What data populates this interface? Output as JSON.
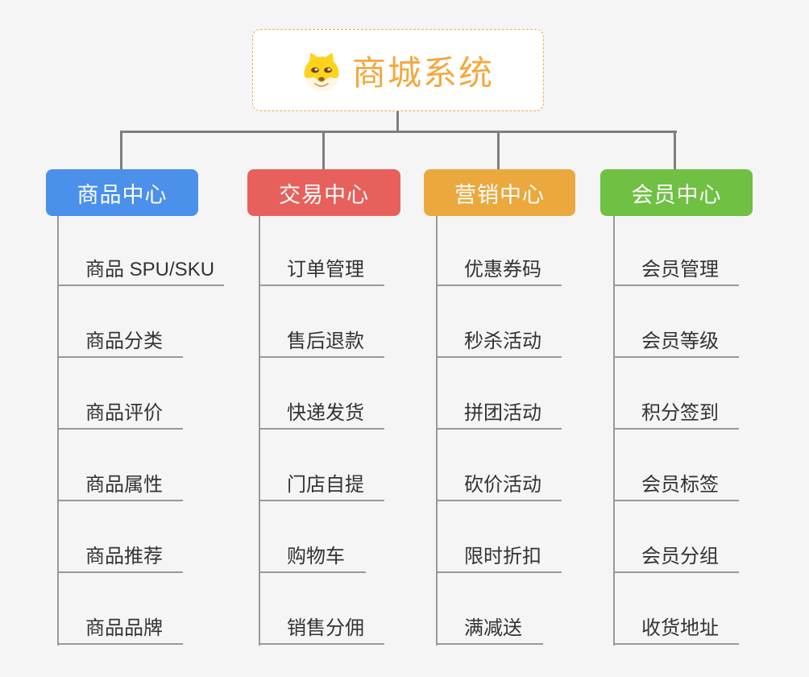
{
  "root": {
    "title": "商城系统",
    "title_color": "#f2a93f",
    "icon": "shiba-dog-icon"
  },
  "branches": [
    {
      "label": "商品中心",
      "color": "#4b90ea",
      "items": [
        "商品 SPU/SKU",
        "商品分类",
        "商品评价",
        "商品属性",
        "商品推荐",
        "商品品牌"
      ]
    },
    {
      "label": "交易中心",
      "color": "#e8605c",
      "items": [
        "订单管理",
        "售后退款",
        "快递发货",
        "门店自提",
        "购物车",
        "销售分佣"
      ]
    },
    {
      "label": "营销中心",
      "color": "#eba83d",
      "items": [
        "优惠券码",
        "秒杀活动",
        "拼团活动",
        "砍价活动",
        "限时折扣",
        "满减送"
      ]
    },
    {
      "label": "会员中心",
      "color": "#6fc043",
      "items": [
        "会员管理",
        "会员等级",
        "积分签到",
        "会员标签",
        "会员分组",
        "收货地址"
      ]
    }
  ],
  "connector_color": "#7e7e7e",
  "line_color": "#999999",
  "background_color": "#f5f5f5"
}
